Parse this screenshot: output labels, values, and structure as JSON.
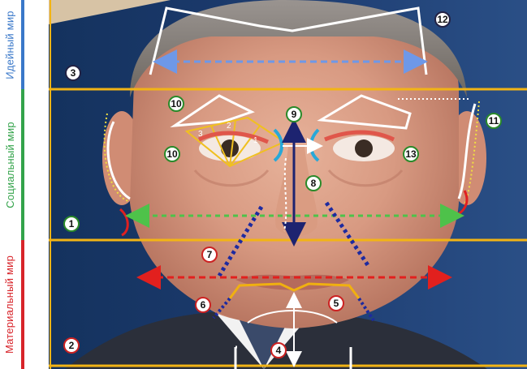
{
  "zones": [
    {
      "id": "ideal",
      "label": "Идейный мир",
      "color": "#3a78c9"
    },
    {
      "id": "social",
      "label": "Социальный мир",
      "color": "#33a34a"
    },
    {
      "id": "material",
      "label": "Материальный мир",
      "color": "#d8242a"
    }
  ],
  "markers": [
    "1",
    "2",
    "3",
    "4",
    "5",
    "6",
    "7",
    "8",
    "9",
    "10",
    "10",
    "11",
    "12",
    "13"
  ],
  "eye_segments": [
    "1",
    "2",
    "3"
  ],
  "colors": {
    "zone_line": "#f2b415",
    "arrow_blue": "#6e98e8",
    "arrow_green": "#4ec24a",
    "arrow_red": "#e2201e",
    "arrow_navy": "#1d2370",
    "dotted_navy": "#1d2aa0",
    "white": "#ffffff",
    "lip_yellow": "#f0b010",
    "lid_red": "#e0564a",
    "brow_cyan": "#28a8d8"
  }
}
